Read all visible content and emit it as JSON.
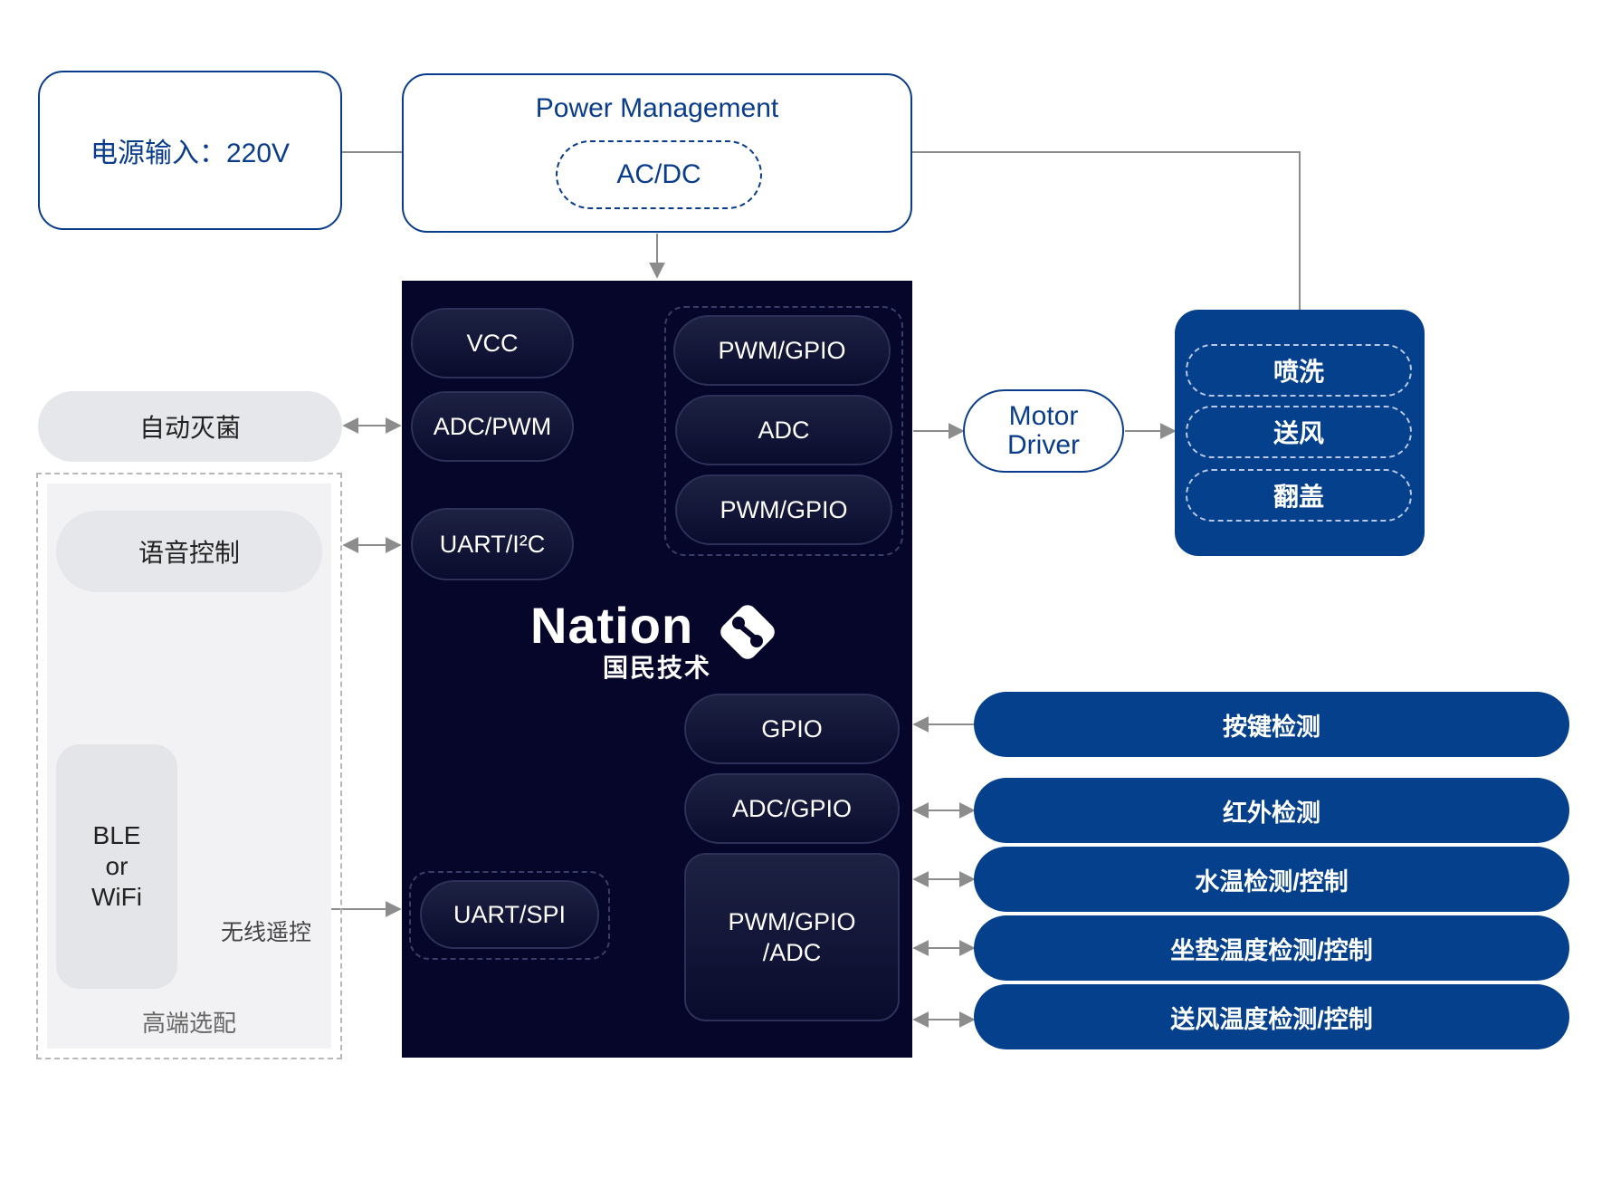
{
  "power_input": {
    "label": "电源输入：220V"
  },
  "power_management": {
    "title": "Power Management",
    "acdc": "AC/DC"
  },
  "left": {
    "sterilize": "自动灭菌",
    "voice": "语音控制",
    "ble_wifi": [
      "BLE",
      "or",
      "WiFi"
    ],
    "wireless_label": "无线遥控",
    "optional_label": "高端选配"
  },
  "chip": {
    "left_pins": [
      "VCC",
      "ADC/PWM",
      "UART/I²C"
    ],
    "right_top_pins": [
      "PWM/GPIO",
      "ADC",
      "PWM/GPIO"
    ],
    "uart_spi": "UART/SPI",
    "right_bottom_pins": [
      "GPIO",
      "ADC/GPIO",
      "PWM/GPIO\n/ADC"
    ],
    "logo_text": "Nation",
    "logo_sub": "国民技术"
  },
  "motor_driver": [
    "Motor",
    "Driver"
  ],
  "motor_functions": [
    "喷洗",
    "送风",
    "翻盖"
  ],
  "detections": [
    "按键检测",
    "红外检测",
    "水温检测/控制",
    "坐垫温度检测/控制",
    "送风温度检测/控制"
  ],
  "colors": {
    "brand_blue": "#04408c",
    "chip_bg": "#05062a",
    "outline_blue": "#0a3c8c",
    "wire_gray": "#8c8c8c"
  }
}
